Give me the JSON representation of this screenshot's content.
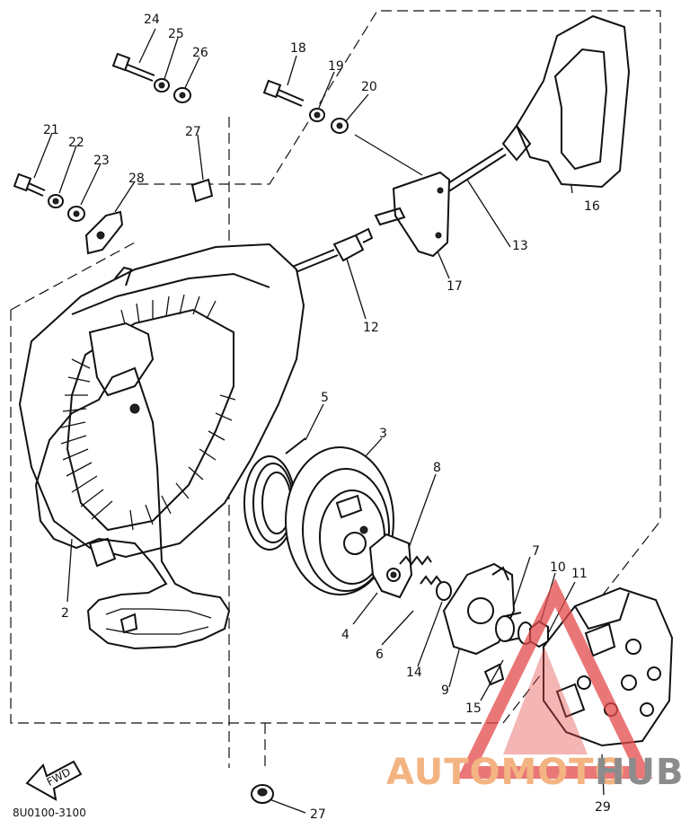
{
  "part_labels": [
    "24",
    "25",
    "26",
    "18",
    "19",
    "20",
    "21",
    "22",
    "23",
    "28",
    "27",
    "16",
    "13",
    "17",
    "12",
    "5",
    "3",
    "8",
    "7",
    "10",
    "11",
    "2",
    "4",
    "6",
    "14",
    "9",
    "15",
    "29",
    "27"
  ],
  "drawing_code": "8U0100-3100",
  "fwd_arrow_text": "FWD",
  "watermark": {
    "part_a": "AUTOMOTO",
    "part_b": "HUB",
    "accent_color": "#f3b482",
    "secondary_color": "#8c8c8c",
    "triangle_color": "#e34a4a"
  }
}
